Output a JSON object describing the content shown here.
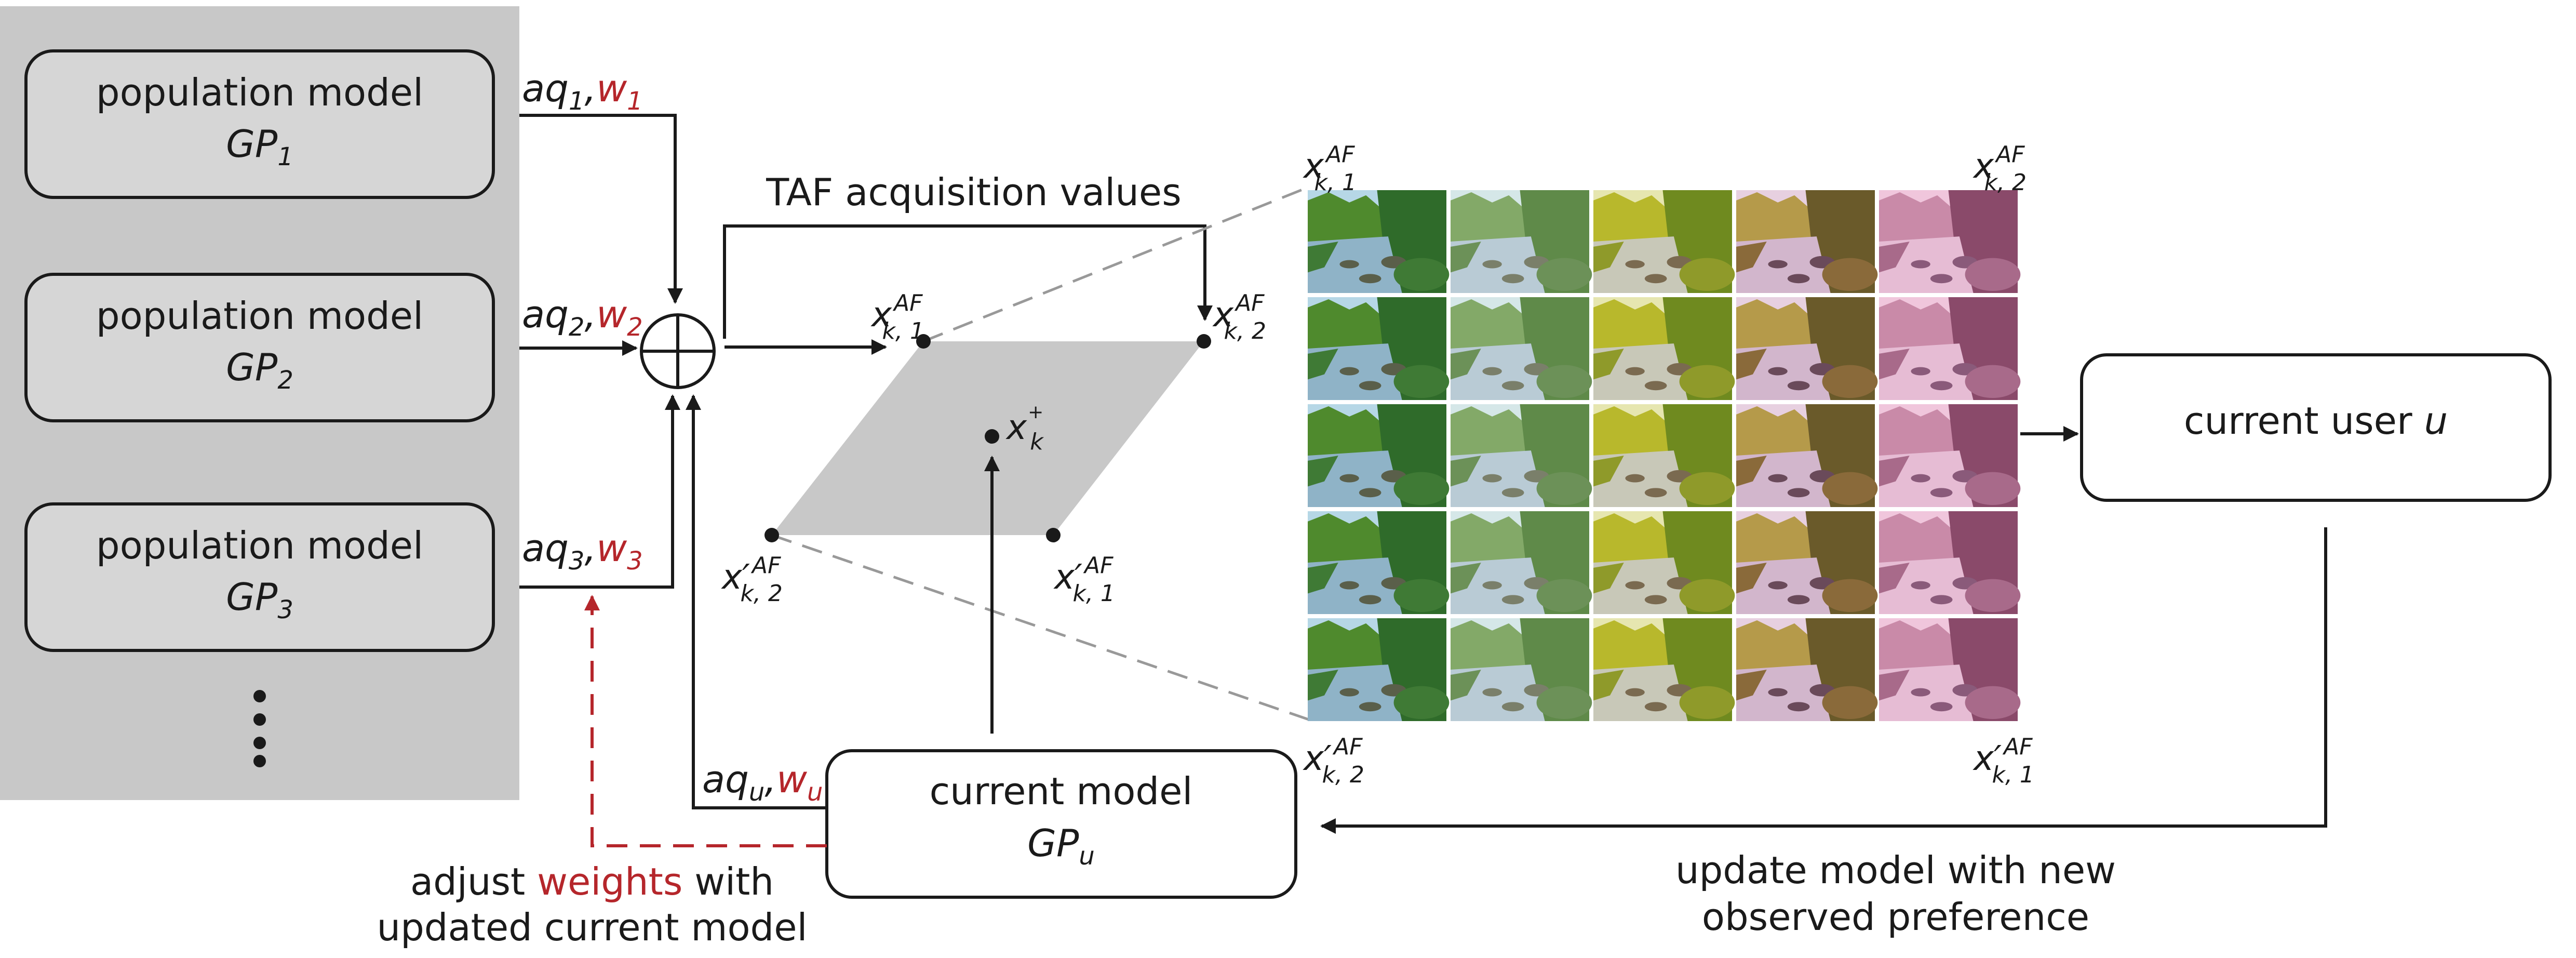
{
  "population_models": [
    {
      "label": "population model",
      "gp_base": "GP",
      "gp_sub": "1",
      "aq": "aq",
      "aq_sub": "1",
      "w": "w",
      "w_sub": "1"
    },
    {
      "label": "population model",
      "gp_base": "GP",
      "gp_sub": "2",
      "aq": "aq",
      "aq_sub": "2",
      "w": "w",
      "w_sub": "2"
    },
    {
      "label": "population model",
      "gp_base": "GP",
      "gp_sub": "3",
      "aq": "aq",
      "aq_sub": "3",
      "w": "w",
      "w_sub": "3"
    }
  ],
  "ellipsis": "⋮",
  "taf_label": "TAF acquisition values",
  "current_model": {
    "label": "current model",
    "gp_base": "GP",
    "gp_sub": "u",
    "aq": "aq",
    "aq_sub": "u",
    "w": "w",
    "w_sub": "u"
  },
  "current_user": {
    "label": "current user ",
    "user_var": "u"
  },
  "points": {
    "x_var": "x",
    "x_prime": "x′",
    "sup_af": "AF",
    "sub_k1": "k, 1",
    "sub_k2": "k, 2",
    "sub_k": "k",
    "sup_plus": "+"
  },
  "adjust": {
    "line1_a": "adjust ",
    "line1_red": "weights",
    "line1_b": " with",
    "line2": "updated current model"
  },
  "update": {
    "line1": "update model with new",
    "line2": "observed preference"
  },
  "colors": {
    "red": "#b5262b",
    "gray_panel": "#c8c8c8",
    "box_fill": "#d6d6d6",
    "plane": "#c8c8c8"
  },
  "image_grid": {
    "rows": 5,
    "cols": 5
  }
}
